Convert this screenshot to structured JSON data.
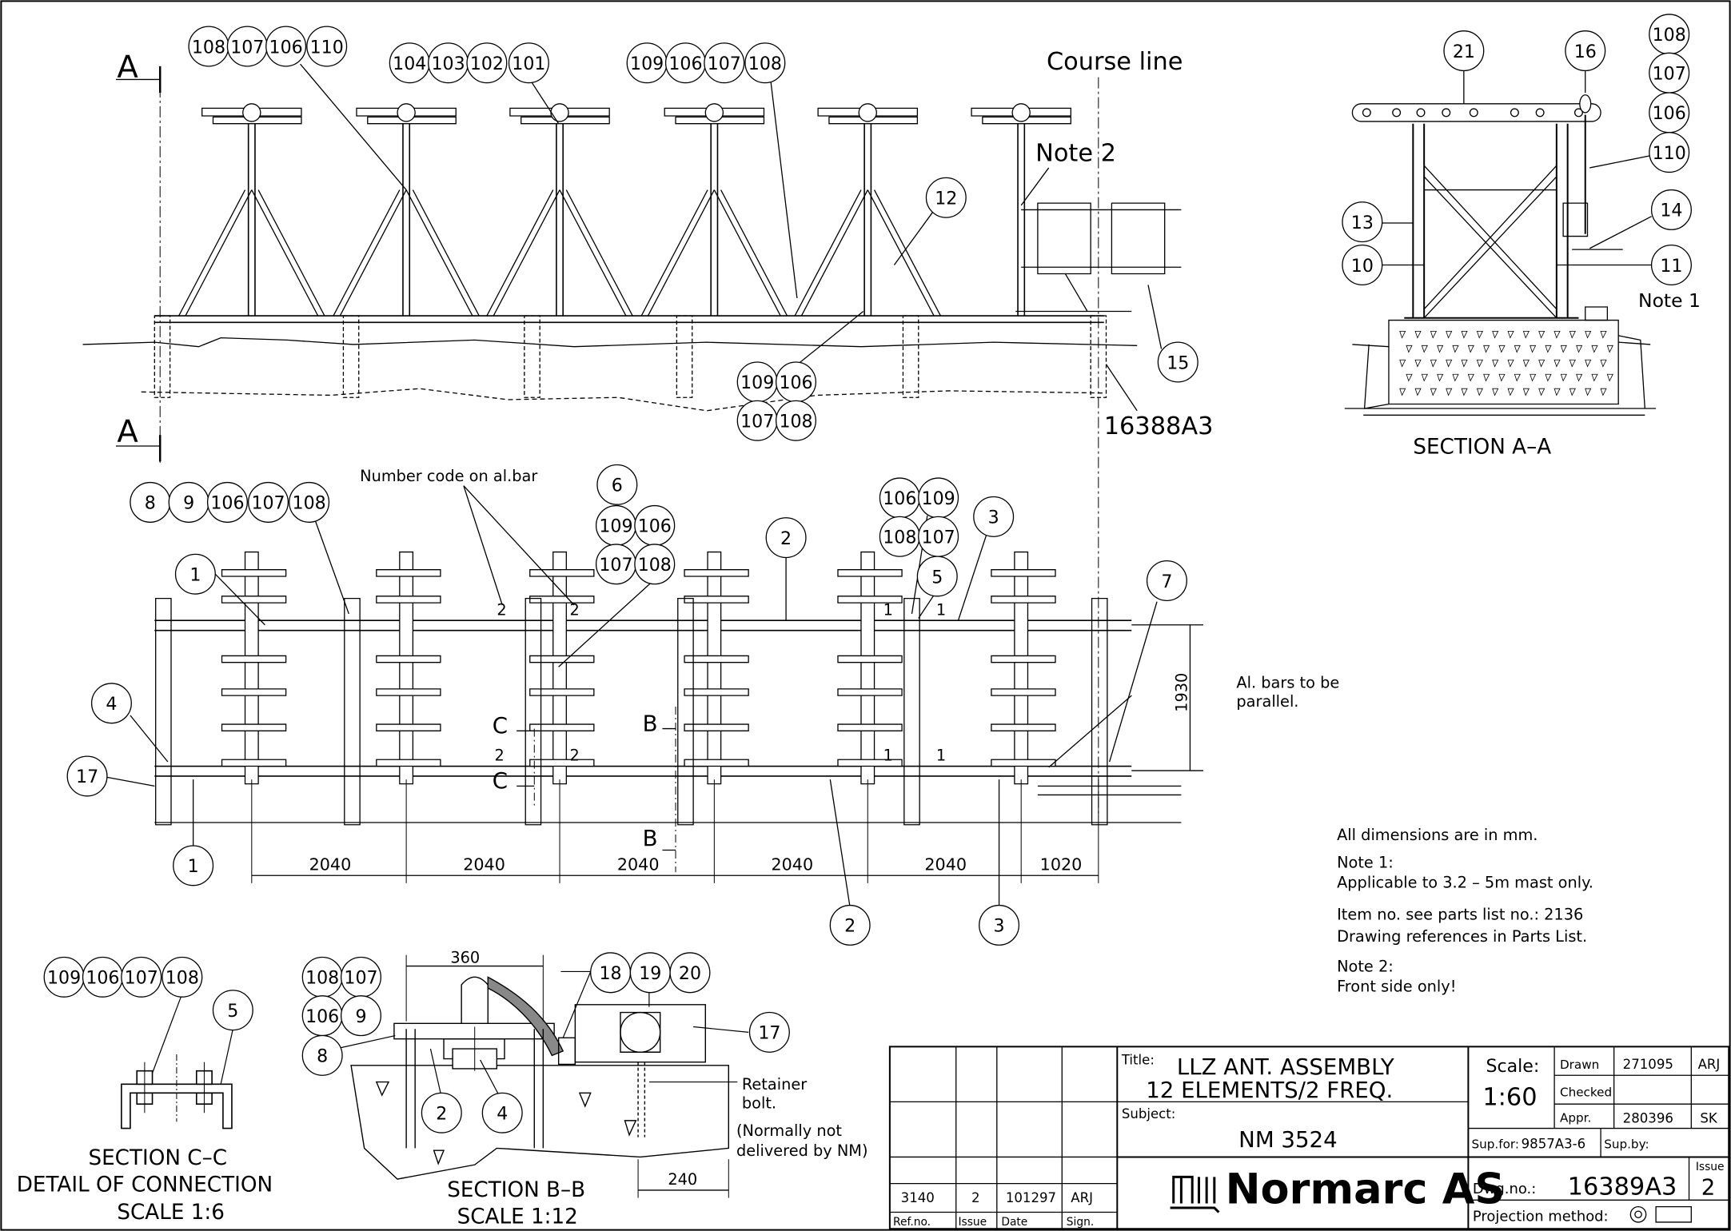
{
  "notes": {
    "dimensions": "All dimensions are in mm.",
    "note1_title": "Note 1:",
    "note1_text": "Applicable to 3.2 – 5m mast only.",
    "parts_list": "Item no. see parts list no.: 2136",
    "drawing_refs": "Drawing references in Parts List.",
    "note2_title": "Note 2:",
    "note2_text": "Front side only!"
  },
  "elevation": {
    "course_line": "Course line",
    "note2": "Note 2",
    "ref_dwg": "16388A3",
    "section_mark": "A",
    "balloons": [
      "108",
      "107",
      "106",
      "110",
      "104",
      "103",
      "102",
      "101",
      "109",
      "106",
      "107",
      "108",
      "12",
      "15",
      "109",
      "106",
      "107",
      "108"
    ]
  },
  "section_aa": {
    "title": "SECTION A–A",
    "note1": "Note 1",
    "balloons": [
      "21",
      "16",
      "108",
      "107",
      "106",
      "110",
      "13",
      "14",
      "10",
      "11"
    ]
  },
  "plan": {
    "number_code": "Number code on al.bar",
    "al_bars": "Al. bars to be parallel.",
    "al_bars_l1": "Al. bars to be",
    "al_bars_l2": "parallel.",
    "width_dim": "1930",
    "bar_codes": [
      "2",
      "2",
      "1",
      "1",
      "2",
      "2",
      "1",
      "1"
    ],
    "section_c": "C",
    "section_b": "B",
    "dims": [
      "2040",
      "2040",
      "2040",
      "2040",
      "2040",
      "1020"
    ],
    "balloons": [
      "8",
      "9",
      "106",
      "107",
      "108",
      "6",
      "109",
      "106",
      "107",
      "108",
      "106",
      "109",
      "108",
      "107",
      "2",
      "3",
      "1",
      "5",
      "7",
      "4",
      "17",
      "1",
      "2",
      "3"
    ]
  },
  "section_cc": {
    "title": "SECTION C–C",
    "subtitle": "DETAIL OF CONNECTION",
    "scale": "SCALE 1:6",
    "balloons": [
      "109",
      "106",
      "107",
      "108",
      "5"
    ]
  },
  "section_bb": {
    "title": "SECTION B–B",
    "scale": "SCALE 1:12",
    "dim_top": "360",
    "dim_bottom": "240",
    "retainer_1": "Retainer",
    "retainer_2": "bolt.",
    "not_delivered_1": "(Normally not",
    "not_delivered_2": "delivered by NM)",
    "balloons": [
      "108",
      "107",
      "106",
      "9",
      "8",
      "18",
      "19",
      "20",
      "17",
      "2",
      "4"
    ]
  },
  "title_block": {
    "title_label": "Title:",
    "title_line1": "LLZ ANT. ASSEMBLY",
    "title_line2": "12 ELEMENTS/2 FREQ.",
    "subject_label": "Subject:",
    "subject": "NM 3524",
    "scale_label": "Scale:",
    "scale": "1:60",
    "drawn_label": "Drawn",
    "drawn_date": "271095",
    "drawn_sign": "ARJ",
    "checked_label": "Checked",
    "appr_label": "Appr.",
    "appr_date": "280396",
    "appr_sign": "SK",
    "sup_for_label": "Sup.for:",
    "sup_for": "9857A3-6",
    "sup_by_label": "Sup.by:",
    "dwg_label": "Dwg.no.:",
    "dwg_no": "16389A3",
    "issue_label": "Issue",
    "issue": "2",
    "projection": "Projection method:",
    "company": "Normarc AS",
    "rev_ref": "3140",
    "rev_issue": "2",
    "rev_date": "101297",
    "rev_sign": "ARJ",
    "col_ref": "Ref.no.",
    "col_issue": "Issue",
    "col_date": "Date",
    "col_sign": "Sign."
  }
}
